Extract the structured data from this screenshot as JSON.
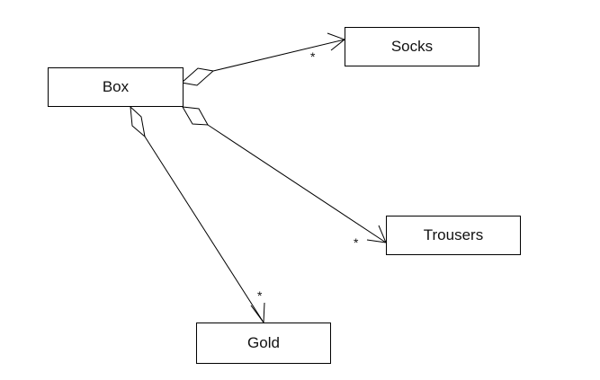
{
  "diagram": {
    "classes": {
      "box": "Box",
      "socks": "Socks",
      "trousers": "Trousers",
      "gold": "Gold"
    },
    "associations": [
      {
        "from": "Box",
        "to": "Socks",
        "type": "aggregation",
        "multiplicity": "*"
      },
      {
        "from": "Box",
        "to": "Trousers",
        "type": "aggregation",
        "multiplicity": "*"
      },
      {
        "from": "Box",
        "to": "Gold",
        "type": "aggregation",
        "multiplicity": "*"
      }
    ],
    "colors": {
      "line": "#000000",
      "fill": "#ffffff"
    }
  }
}
